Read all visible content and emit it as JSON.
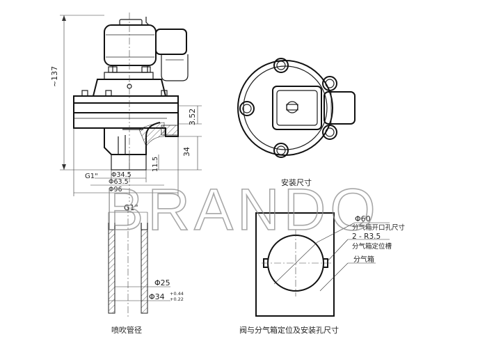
{
  "watermark": "BRANDO",
  "valve_dimensions": {
    "overall_height": "~137",
    "height_3_52": "3.52",
    "height_34": "34",
    "height_11_5": "11.5",
    "thread_label": "G1\"",
    "dia_34_5": "Φ34.5",
    "dia_63_5": "Φ63.5",
    "dia_96": "Φ96"
  },
  "mounting_view": {
    "title": "安装尺寸"
  },
  "blow_tube": {
    "thread_label": "G1\"",
    "inner_dia": "Φ25",
    "outer_dia": "Φ34",
    "tol_upper": "+0.44",
    "tol_lower": "+0.22",
    "caption": "喷吹管径"
  },
  "cutout": {
    "dia": "Φ60",
    "dia_desc": "分气箱开口孔尺寸",
    "radius": "2 - R3.5",
    "radius_desc": "分气箱定位槽",
    "box_label": "分气箱",
    "caption": "阀与分气箱定位及安装孔尺寸"
  },
  "colors": {
    "line": "#1a1a1a",
    "watermark": "#8a8a8a"
  }
}
